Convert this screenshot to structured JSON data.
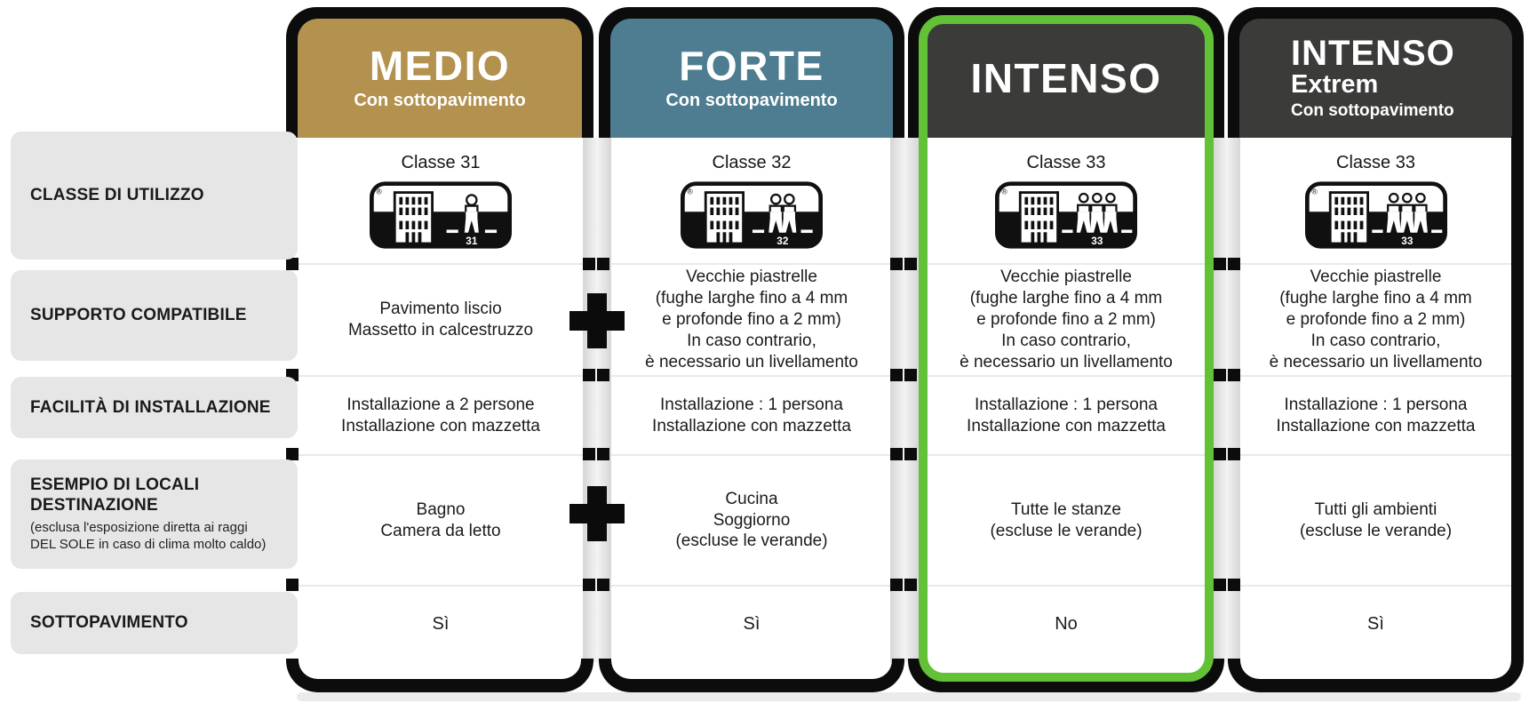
{
  "colors": {
    "black": "#0c0c0c",
    "label_gray": "#e6e6e6",
    "accent_green": "#62c136",
    "divider": "#e9e9e9",
    "medio_header": "#b3914e",
    "forte_header": "#4e7d92",
    "intenso_header": "#3b3b3a"
  },
  "reg_mark": "®",
  "plus_sign": "+",
  "row_labels": [
    {
      "title": "CLASSE DI UTILIZZO"
    },
    {
      "title": "SUPPORTO COMPATIBILE"
    },
    {
      "title": "FACILITÀ DI INSTALLAZIONE"
    },
    {
      "title": "ESEMPIO DI LOCALI\nDESTINAZIONE",
      "note": "(esclusa l'esposizione diretta ai raggi DEL SOLE in caso di clima molto caldo)"
    },
    {
      "title": "SOTTOPAVIMENTO"
    }
  ],
  "columns": [
    {
      "title": "MEDIO",
      "subtitle": "",
      "tagline": "Con sottopavimento",
      "header_color": "#b3914e",
      "highlighted": false,
      "classe": {
        "label": "Classe 31",
        "number": "31",
        "persons": 1
      },
      "supporto": "Pavimento liscio\nMassetto in calcestruzzo",
      "installazione": "Installazione a 2 persone\nInstallazione con mazzetta",
      "locali": "Bagno\nCamera da letto",
      "sottopavimento": "Sì"
    },
    {
      "title": "FORTE",
      "subtitle": "",
      "tagline": "Con sottopavimento",
      "header_color": "#4e7d92",
      "highlighted": false,
      "classe": {
        "label": "Classe 32",
        "number": "32",
        "persons": 2
      },
      "supporto": "Vecchie piastrelle\n(fughe larghe fino a 4 mm\ne profonde fino a 2 mm)\nIn caso contrario,\nè necessario un livellamento",
      "installazione": "Installazione : 1 persona\nInstallazione con mazzetta",
      "locali": "Cucina\nSoggiorno\n(escluse le verande)",
      "sottopavimento": "Sì"
    },
    {
      "title": "INTENSO",
      "subtitle": "",
      "tagline": "",
      "header_color": "#3b3b3a",
      "highlighted": true,
      "classe": {
        "label": "Classe 33",
        "number": "33",
        "persons": 3
      },
      "supporto": "Vecchie piastrelle\n(fughe larghe fino a 4 mm\ne profonde fino a 2 mm)\nIn caso contrario,\nè necessario un livellamento",
      "installazione": "Installazione : 1 persona\nInstallazione con mazzetta",
      "locali": "Tutte le stanze\n(escluse le verande)",
      "sottopavimento": "No"
    },
    {
      "title": "INTENSO",
      "subtitle": "Extrem",
      "tagline": "Con sottopavimento",
      "header_color": "#3b3b3a",
      "highlighted": false,
      "classe": {
        "label": "Classe 33",
        "number": "33",
        "persons": 3
      },
      "supporto": "Vecchie piastrelle\n(fughe larghe fino a 4 mm\ne profonde fino a 2 mm)\nIn caso contrario,\nè necessario un livellamento",
      "installazione": "Installazione : 1 persona\nInstallazione con mazzetta",
      "locali": "Tutti gli ambienti\n(escluse le verande)",
      "sottopavimento": "Sì"
    }
  ]
}
